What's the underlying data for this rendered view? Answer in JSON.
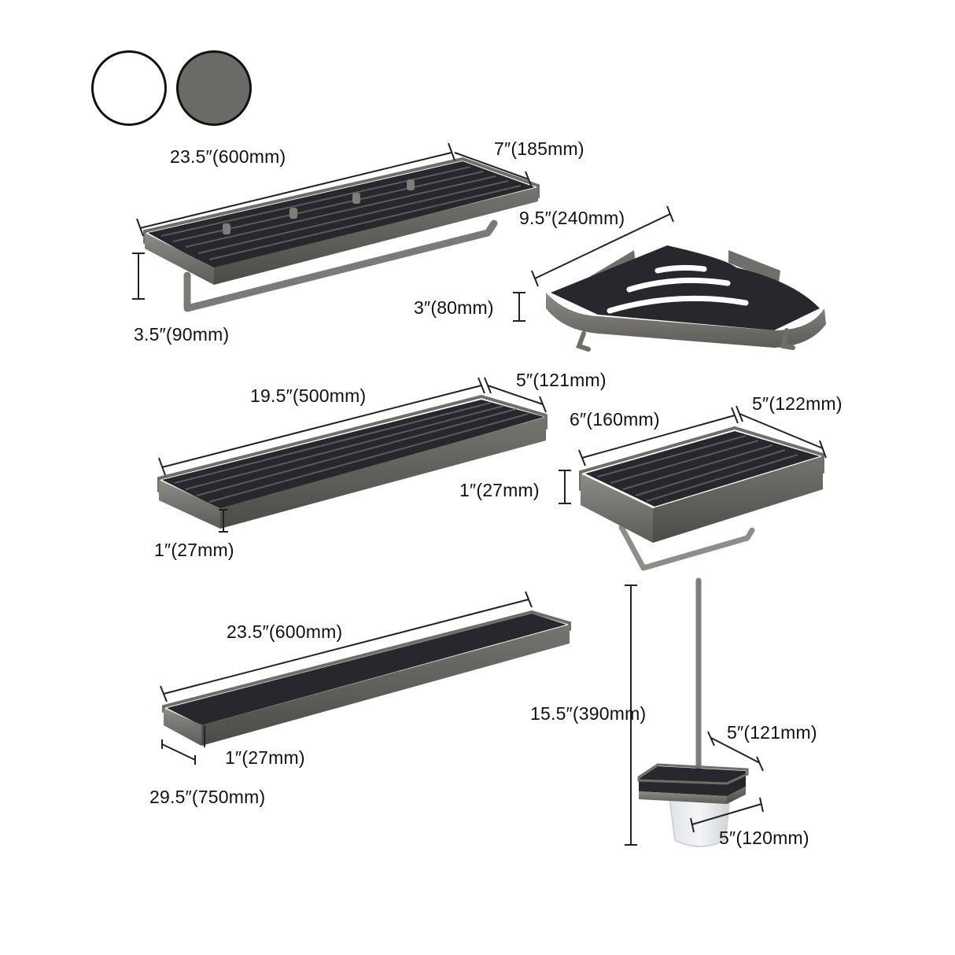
{
  "swatches": {
    "white": "#ffffff",
    "gunmetal": "#6b6a67"
  },
  "colors": {
    "frame": "#6a6966",
    "frame_light": "#8e8d89",
    "panel": "#27282b",
    "dim_line": "#222222",
    "cup": "#e8eaec"
  },
  "products": {
    "towel_shelf": {
      "length_label": "23.5″(600mm)",
      "depth_label": "7″(185mm)",
      "height_label": "3.5″(90mm)"
    },
    "corner_shelf": {
      "width_label": "9.5″(240mm)",
      "height_label": "3″(80mm)"
    },
    "shelf_500": {
      "length_label": "19.5″(500mm)",
      "depth_label": "5″(121mm)",
      "height_label": "1″(27mm)"
    },
    "soap_dish": {
      "length_label": "6″(160mm)",
      "depth_label": "5″(122mm)",
      "height_label": "1″(27mm)"
    },
    "towel_bar": {
      "length_label": "23.5″(600mm)",
      "height_label": "1″(27mm)",
      "total_label": "29.5″(750mm)"
    },
    "toilet_brush": {
      "height_label": "15.5″(390mm)",
      "depth_label": "5″(121mm)",
      "width_label": "5″(120mm)"
    }
  }
}
